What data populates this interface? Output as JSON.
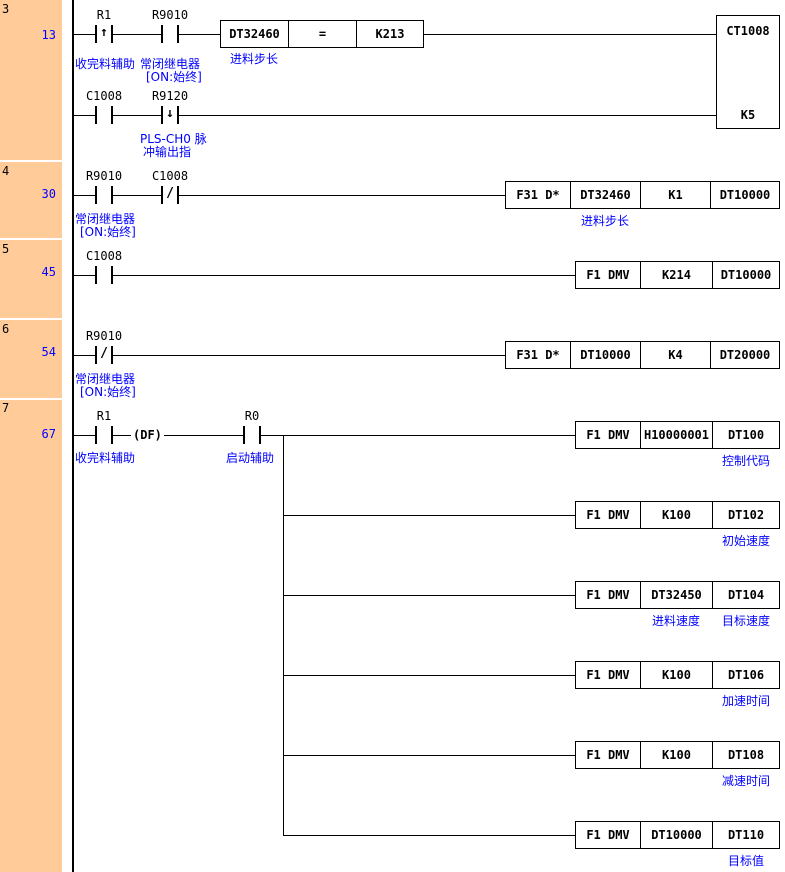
{
  "app": {
    "bg": "#ffffff",
    "gutter_color": "#ffcc99",
    "comment_color": "#0000ff",
    "step_color": "#0000ff"
  },
  "symbols": {
    "rising": "↑",
    "falling": "↓",
    "nc": "/"
  },
  "gutter": [
    {
      "num": "3",
      "step": "13"
    },
    {
      "num": "4",
      "step": "30"
    },
    {
      "num": "5",
      "step": "45"
    },
    {
      "num": "6",
      "step": "54"
    },
    {
      "num": "7",
      "step": "67"
    }
  ],
  "r3": {
    "c_r1": "R1",
    "c_r1_comment": "收完料辅助",
    "c_r9010": "R9010",
    "c_r9010_comment1": "常闭继电器",
    "c_r9010_comment2": "[ON:始终]",
    "cmp": [
      "DT32460",
      "=",
      "K213"
    ],
    "cmp_comment": "进料步长",
    "ct_name": "CT1008",
    "ct_preset": "K5",
    "c_c1008": "C1008",
    "c_r9120": "R9120",
    "c_r9120_comment1": "PLS-CH0 脉",
    "c_r9120_comment2": "冲输出指"
  },
  "r4": {
    "c_r9010": "R9010",
    "c_r9010_comment1": "常闭继电器",
    "c_r9010_comment2": "[ON:始终]",
    "c_c1008": "C1008",
    "box": [
      "F31 D*",
      "DT32460",
      "K1",
      "DT10000"
    ],
    "box_comment": "进料步长"
  },
  "r5": {
    "c_c1008": "C1008",
    "box": [
      "F1 DMV",
      "K214",
      "DT10000"
    ]
  },
  "r6": {
    "c_r9010": "R9010",
    "c_r9010_comment1": "常闭继电器",
    "c_r9010_comment2": "[ON:始终]",
    "box": [
      "F31 D*",
      "DT10000",
      "K4",
      "DT20000"
    ]
  },
  "r7": {
    "c_r1": "R1",
    "c_r1_comment": "收完料辅助",
    "df": "(DF)",
    "c_r0": "R0",
    "c_r0_comment": "启动辅助",
    "outputs": [
      {
        "fn": "F1 DMV",
        "a1": "H10000001",
        "a2": "DT100",
        "a2_comment": "控制代码"
      },
      {
        "fn": "F1 DMV",
        "a1": "K100",
        "a2": "DT102",
        "a2_comment": "初始速度"
      },
      {
        "fn": "F1 DMV",
        "a1": "DT32450",
        "a2": "DT104",
        "a1_comment": "进料速度",
        "a2_comment": "目标速度"
      },
      {
        "fn": "F1 DMV",
        "a1": "K100",
        "a2": "DT106",
        "a2_comment": "加速时间"
      },
      {
        "fn": "F1 DMV",
        "a1": "K100",
        "a2": "DT108",
        "a2_comment": "减速时间"
      },
      {
        "fn": "F1 DMV",
        "a1": "DT10000",
        "a2": "DT110",
        "a2_comment": "目标值"
      }
    ]
  }
}
